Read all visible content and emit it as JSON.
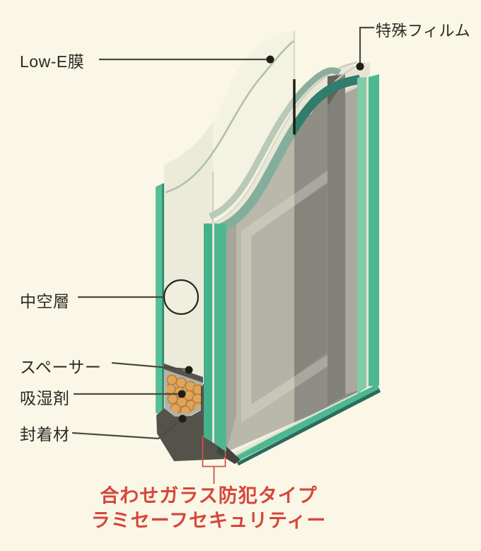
{
  "labels": {
    "low_e": "Low-E膜",
    "special_film": "特殊フィルム",
    "hollow_layer": "中空層",
    "spacer": "スペーサー",
    "desiccant": "吸湿剤",
    "sealant": "封着材"
  },
  "caption": {
    "line1": "合わせガラス防犯タイプ",
    "line2": "ラミセーフセキュリティー"
  },
  "colors": {
    "background": "#FAF7E6",
    "pane_face": "#EDEAD9",
    "glass_edge_green": "#4DB792",
    "glass_edge_green_light": "#7FCBA8",
    "interlayer_teal_dark": "#2F7D6A",
    "interlayer_sage": "#8DAD9C",
    "interior_gray": "#8F8E86",
    "sealant_gray": "#53524B",
    "spacer_channel_gray": "#B4B1A6",
    "desiccant_orange": "#E4A458",
    "caption_red": "#D6463C",
    "label_text": "#2B2A25",
    "leader_line": "#4B4A43"
  }
}
